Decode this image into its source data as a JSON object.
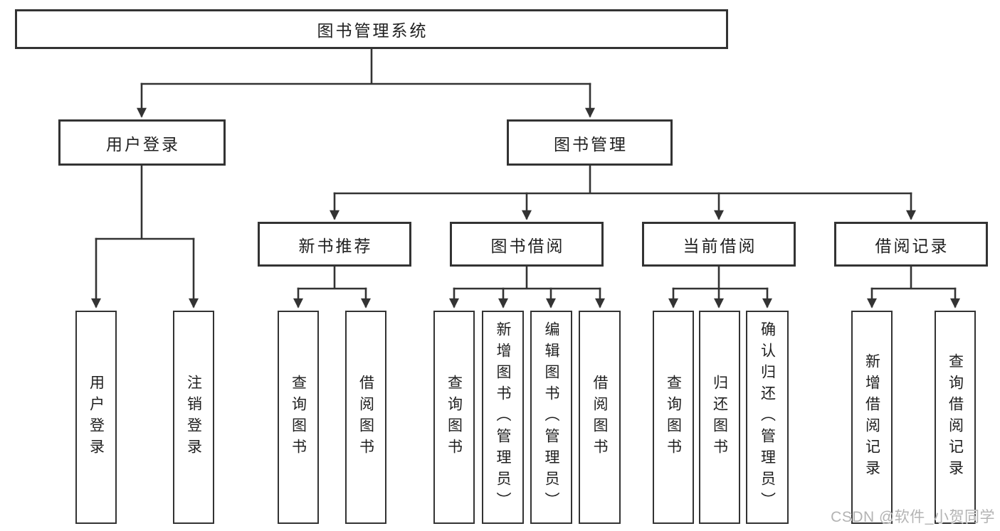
{
  "diagram": {
    "root": {
      "label": "图书管理系统"
    },
    "children": [
      {
        "label": "用户登录",
        "children": [
          {
            "label": "用户登录"
          },
          {
            "label": "注销登录"
          }
        ]
      },
      {
        "label": "图书管理",
        "children": [
          {
            "label": "新书推荐",
            "children": [
              {
                "label": "查询图书"
              },
              {
                "label": "借阅图书"
              }
            ]
          },
          {
            "label": "图书借阅",
            "children": [
              {
                "label": "查询图书"
              },
              {
                "label": "新增图书（管理员）"
              },
              {
                "label": "编辑图书（管理员）"
              },
              {
                "label": "借阅图书"
              }
            ]
          },
          {
            "label": "当前借阅",
            "children": [
              {
                "label": "查询图书"
              },
              {
                "label": "归还图书"
              },
              {
                "label": "确认归还（管理员）"
              }
            ]
          },
          {
            "label": "借阅记录",
            "children": [
              {
                "label": "新增借阅记录"
              },
              {
                "label": "查询借阅记录"
              }
            ]
          }
        ]
      }
    ]
  },
  "watermark": {
    "text": "CSDN @软件_小贺同学"
  },
  "colors": {
    "line": "#333333",
    "border": "#333333",
    "text": "#1f1f1f",
    "background": "#ffffff",
    "watermark": "#b3b3b3"
  }
}
